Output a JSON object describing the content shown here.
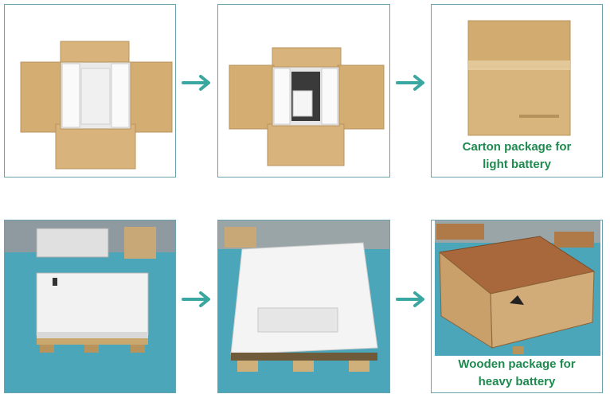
{
  "steps": {
    "carton_caption_line1": "Carton package for",
    "carton_caption_line2": "light battery",
    "wooden_caption_line1": "Wooden package for",
    "wooden_caption_line2": "heavy battery"
  },
  "colors": {
    "border": "#6aa3ad",
    "arrow": "#3aa7a0",
    "caption": "#1e8a4f",
    "cardboard": "#d8b47c",
    "floor": "#4aa6b8"
  },
  "icons": [
    "arrow-right-icon"
  ]
}
